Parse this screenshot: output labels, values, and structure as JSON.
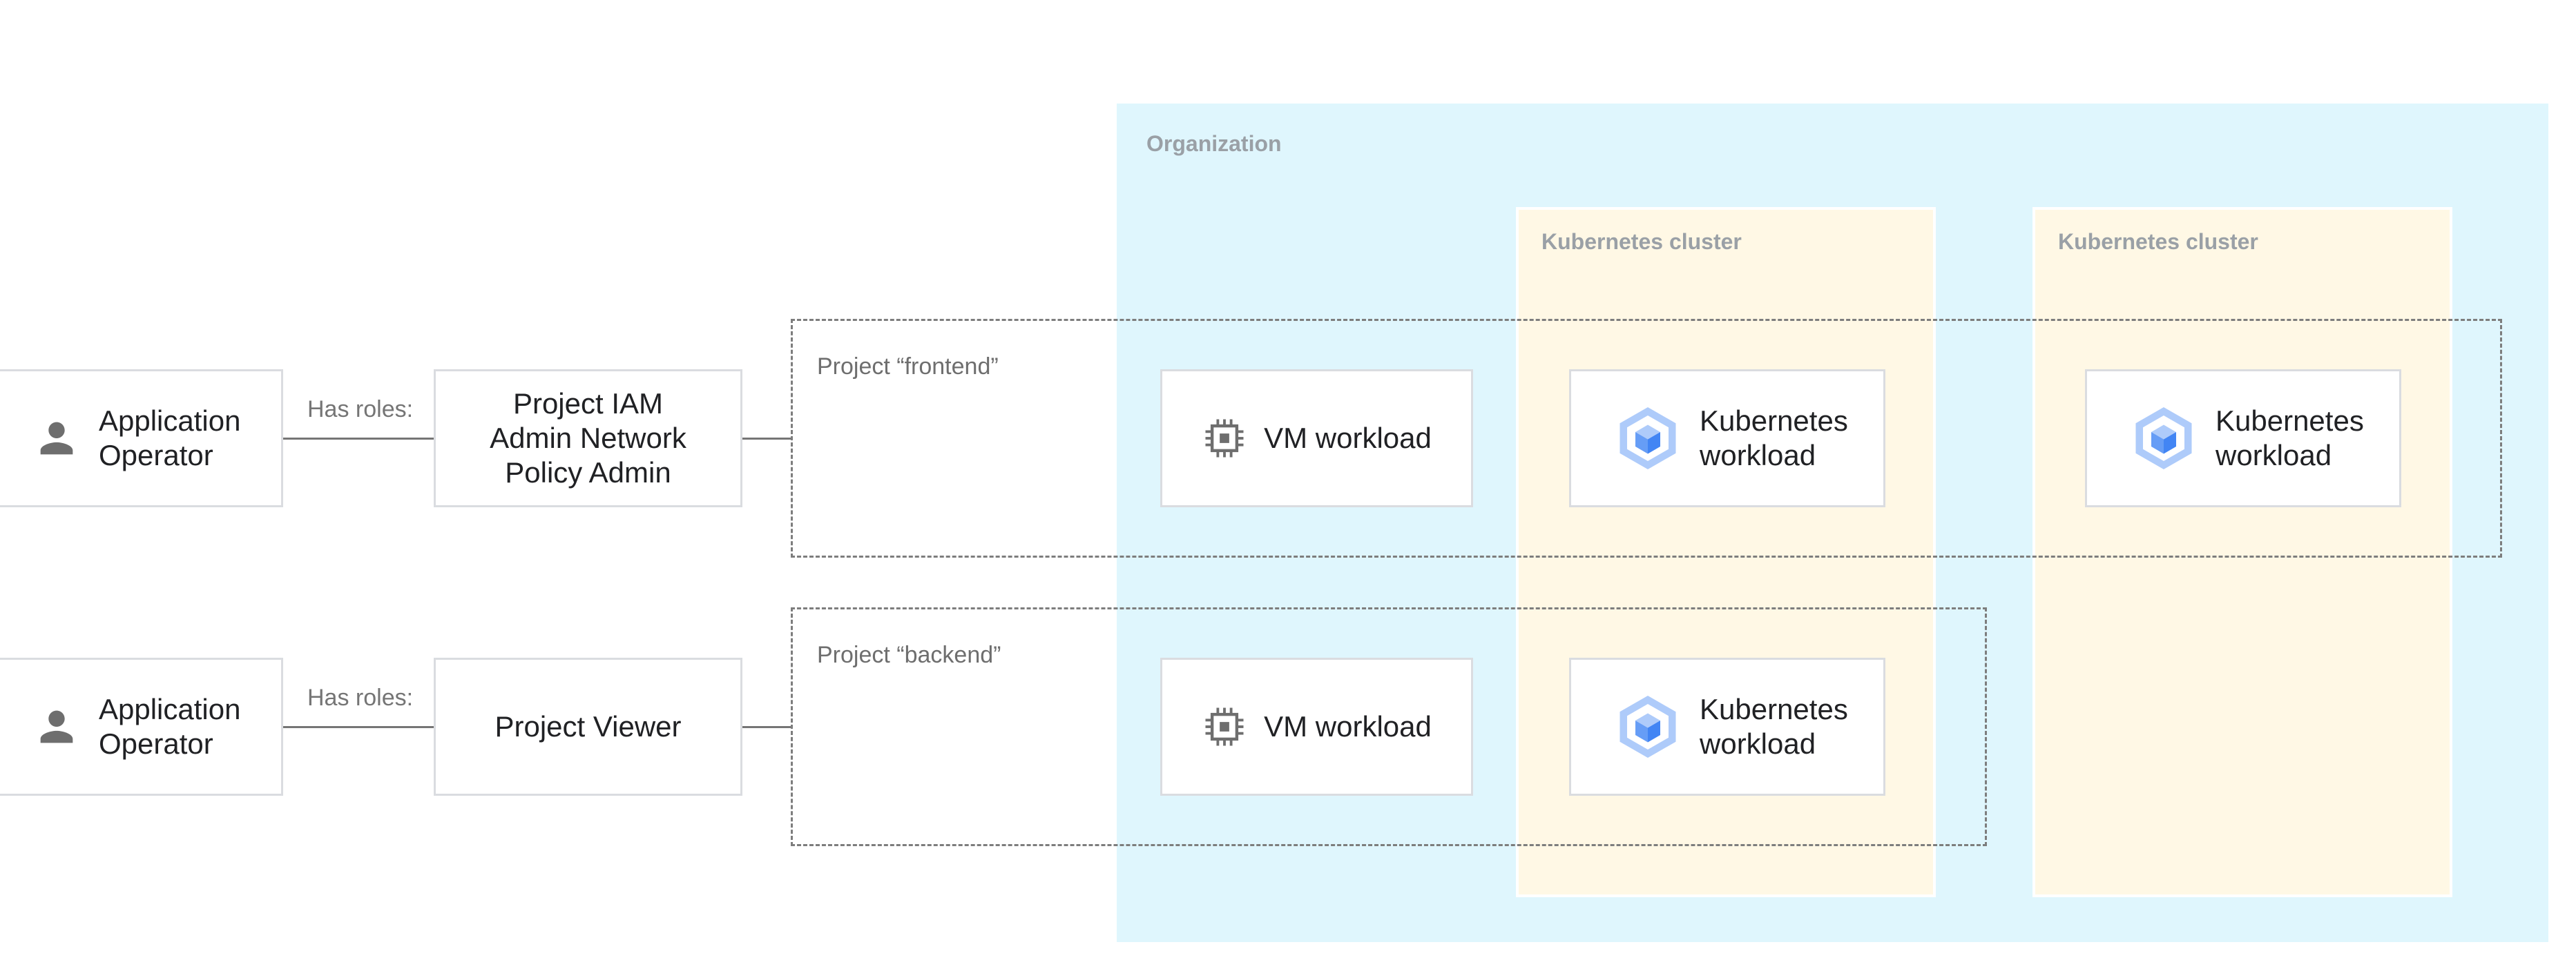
{
  "organization": {
    "label": "Organization"
  },
  "clusters": [
    {
      "label": "Kubernetes cluster"
    },
    {
      "label": "Kubernetes cluster"
    }
  ],
  "projects": [
    {
      "label": "Project “frontend”"
    },
    {
      "label": "Project “backend”"
    }
  ],
  "rows": [
    {
      "operator": {
        "line1": "Application",
        "line2": "Operator"
      },
      "has_roles": "Has roles:",
      "role": {
        "line1": "Project IAM",
        "line2": "Admin Network",
        "line3": "Policy Admin"
      },
      "vm": "VM workload"
    },
    {
      "operator": {
        "line1": "Application",
        "line2": "Operator"
      },
      "has_roles": "Has roles:",
      "role": {
        "line1": "Project Viewer"
      },
      "vm": "VM workload"
    }
  ],
  "k8s_workloads": [
    {
      "line1": "Kubernetes",
      "line2": "workload"
    },
    {
      "line1": "Kubernetes",
      "line2": "workload"
    },
    {
      "line1": "Kubernetes",
      "line2": "workload"
    }
  ],
  "colors": {
    "organization_bg": "#dff6fd",
    "cluster_bg": "#fff8e5",
    "kubernetes_icon": "#5c9ff0",
    "person_icon": "#6e6e6e",
    "chip_icon": "#6e6e6e"
  },
  "icons": {
    "operator": "person-icon",
    "vm": "chip-icon",
    "kubernetes": "kubernetes-cube-icon"
  }
}
